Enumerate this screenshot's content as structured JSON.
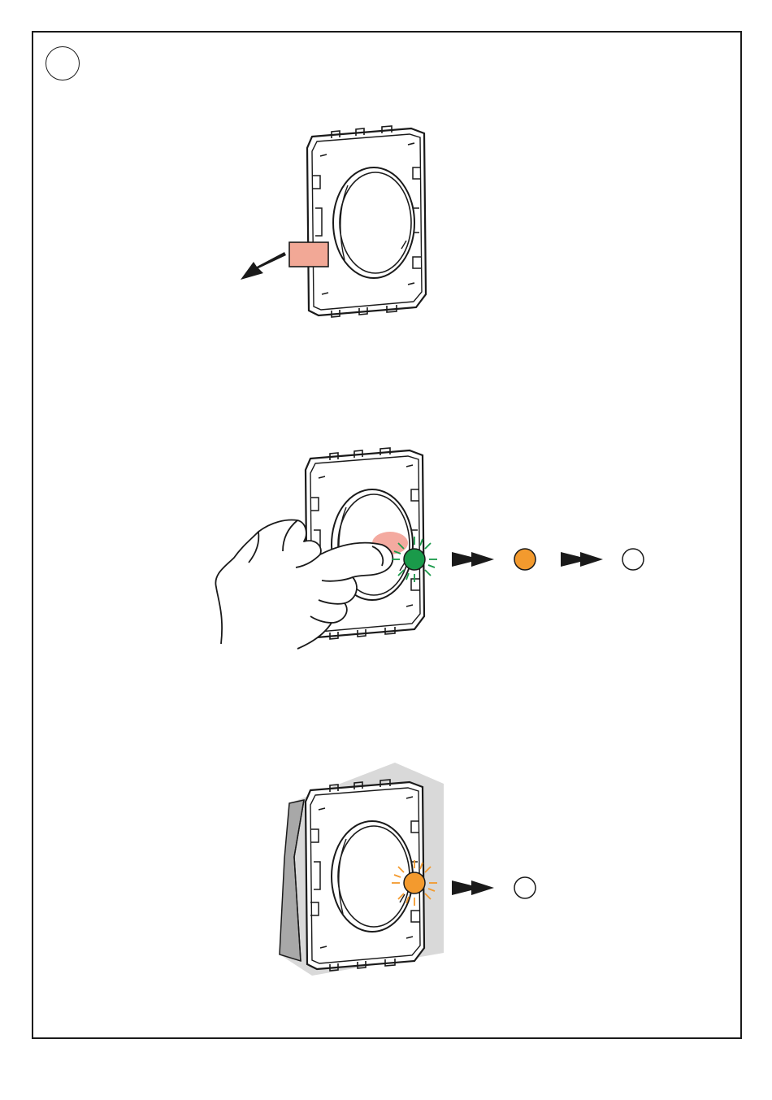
{
  "step_badge": {
    "label": ""
  },
  "colors": {
    "outline": "#1a1a1a",
    "pull_tab": "#f2a896",
    "press_highlight": "#f4aaa0",
    "led_green": "#1a9a4a",
    "led_orange": "#f39a2e",
    "led_off": "#ffffff",
    "wall": "#d9d9d9",
    "wall_edge": "#a8a8a8"
  },
  "steps": [
    {
      "id": "remove-tab",
      "icons": [
        "device-icon",
        "pull-tab-icon",
        "pull-arrow-icon"
      ]
    },
    {
      "id": "press-button",
      "led_sequence": [
        "green",
        "orange",
        "off"
      ],
      "icons": [
        "hand-icon",
        "device-icon"
      ]
    },
    {
      "id": "mount-wall",
      "led_sequence": [
        "orange",
        "off"
      ],
      "icons": [
        "wall-icon",
        "device-icon"
      ]
    }
  ]
}
